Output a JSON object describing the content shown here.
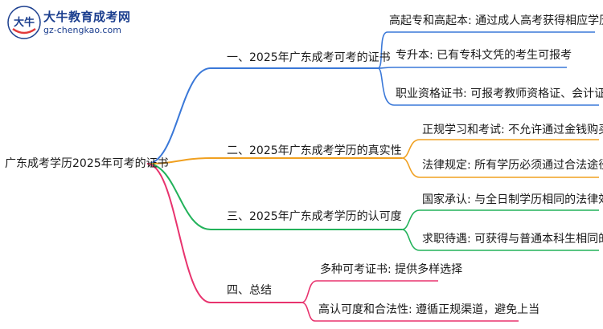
{
  "logo": {
    "title": "大牛教育成考网",
    "url": "gz-chengkao.com",
    "mark_text": "大牛"
  },
  "mindmap": {
    "root": "广东成考学历2025年可考的证书",
    "branches": [
      {
        "label": "一、2025年广东成考可考的证书",
        "color": "#3a78d8",
        "leaves": [
          "高起专和高起本: 通过成人高考获得相应学历",
          "专升本: 已有专科文凭的考生可报考",
          "职业资格证书: 可报考教师资格证、会计证等"
        ]
      },
      {
        "label": "二、2025年广东成考学历的真实性",
        "color": "#f0a020",
        "leaves": [
          "正规学习和考试: 不允许通过金钱购买学历",
          "法律规定: 所有学历必须通过合法途径获得"
        ]
      },
      {
        "label": "三、2025年广东成考学历的认可度",
        "color": "#22b25a",
        "leaves": [
          "国家承认: 与全日制学历相同的法律效力",
          "求职待遇: 可获得与普通本科生相同的待遇"
        ]
      },
      {
        "label": "四、总结",
        "color": "#e8336e",
        "leaves": [
          "多种可考证书: 提供多样选择",
          "高认可度和合法性: 遵循正规渠道，避免上当"
        ]
      }
    ]
  }
}
